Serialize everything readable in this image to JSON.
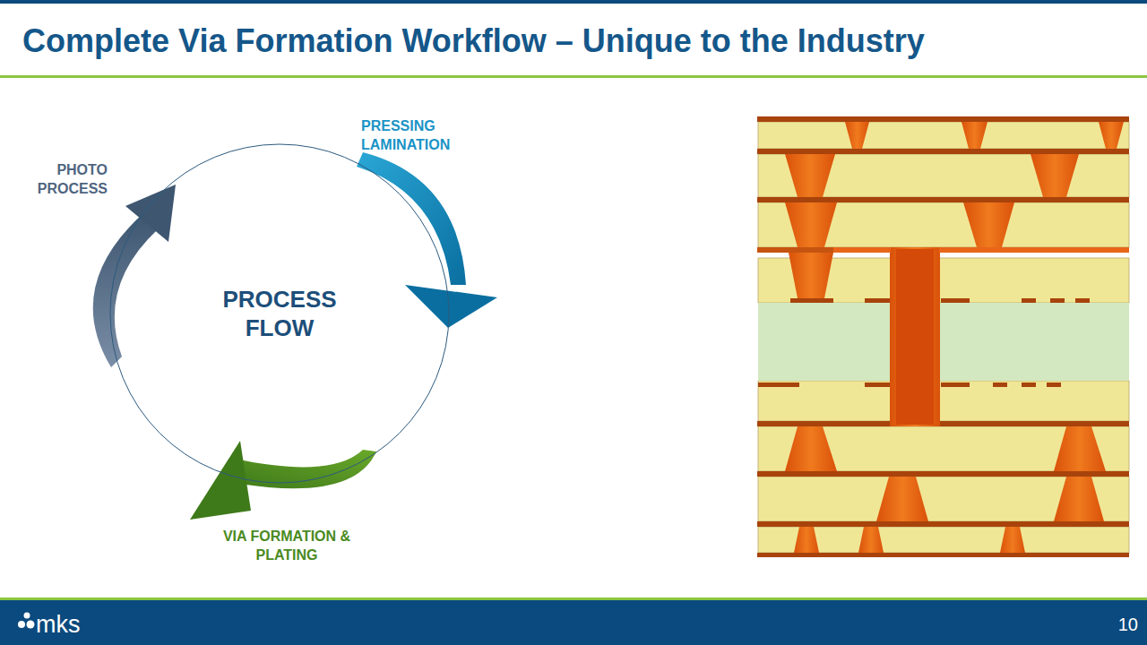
{
  "diagram": {
    "title": "Complete Via Formation Workflow – Unique to the Industry",
    "nodes": [
      {
        "text": [
          "PROCESS FLOW"
        ]
      }
    ],
    "labels": [
      "PHOTO PROCESS",
      "PRESSING LAMINATION",
      "VIA FORMATION & PLATING",
      "mks",
      "10"
    ]
  }
}
